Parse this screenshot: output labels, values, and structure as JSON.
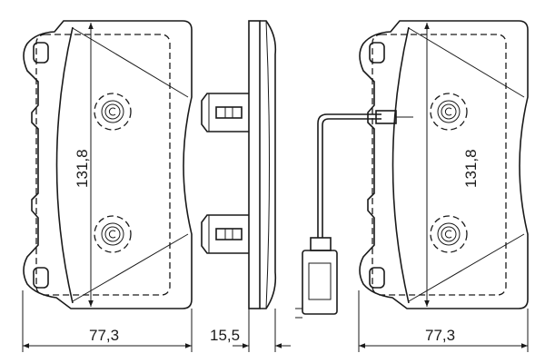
{
  "dimensions": {
    "left_pad_height": "131,8",
    "left_pad_width": "77,3",
    "thickness": "15,5",
    "right_pad_height": "131,8",
    "right_pad_width": "77,3"
  },
  "colors": {
    "line": "#1a1a1a",
    "background": "#ffffff"
  }
}
